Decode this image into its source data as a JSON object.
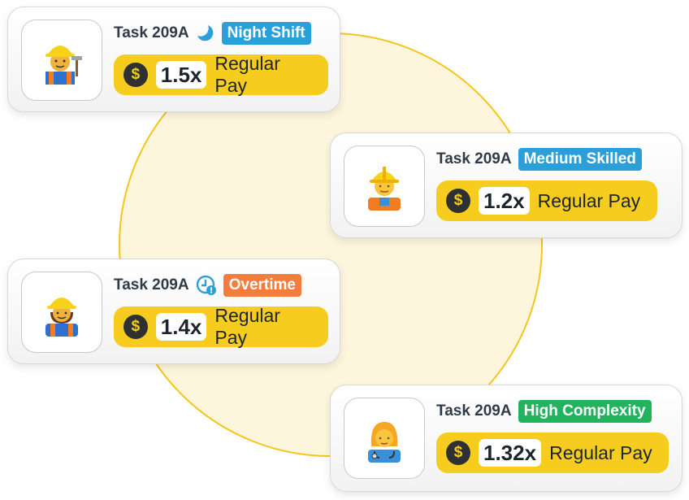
{
  "cards": [
    {
      "task": "Task 209A",
      "tag": "Night Shift",
      "tag_color": "#2b9fd9",
      "tag_icon": "moon-icon",
      "multiplier": "1.5x",
      "pay_label": "Regular Pay",
      "avatar": "construction-worker-man-with-hammer",
      "currency_symbol": "$"
    },
    {
      "task": "Task 209A",
      "tag": "Medium Skilled",
      "tag_color": "#2b9fd9",
      "tag_icon": "",
      "multiplier": "1.2x",
      "pay_label": "Regular Pay",
      "avatar": "construction-worker",
      "currency_symbol": "$"
    },
    {
      "task": "Task 209A",
      "tag": "Overtime",
      "tag_color": "#f47c3c",
      "tag_icon": "clock-alert-icon",
      "multiplier": "1.4x",
      "pay_label": "Regular Pay",
      "avatar": "construction-worker-person",
      "currency_symbol": "$"
    },
    {
      "task": "Task 209A",
      "tag": "High Complexity",
      "tag_color": "#22b35e",
      "tag_icon": "",
      "multiplier": "1.32x",
      "pay_label": "Regular Pay",
      "avatar": "health-worker-woman",
      "currency_symbol": "$"
    }
  ],
  "colors": {
    "accent_yellow": "#f6cc1f",
    "circle_fill": "#fdf6dc",
    "circle_stroke": "#f5c518"
  }
}
